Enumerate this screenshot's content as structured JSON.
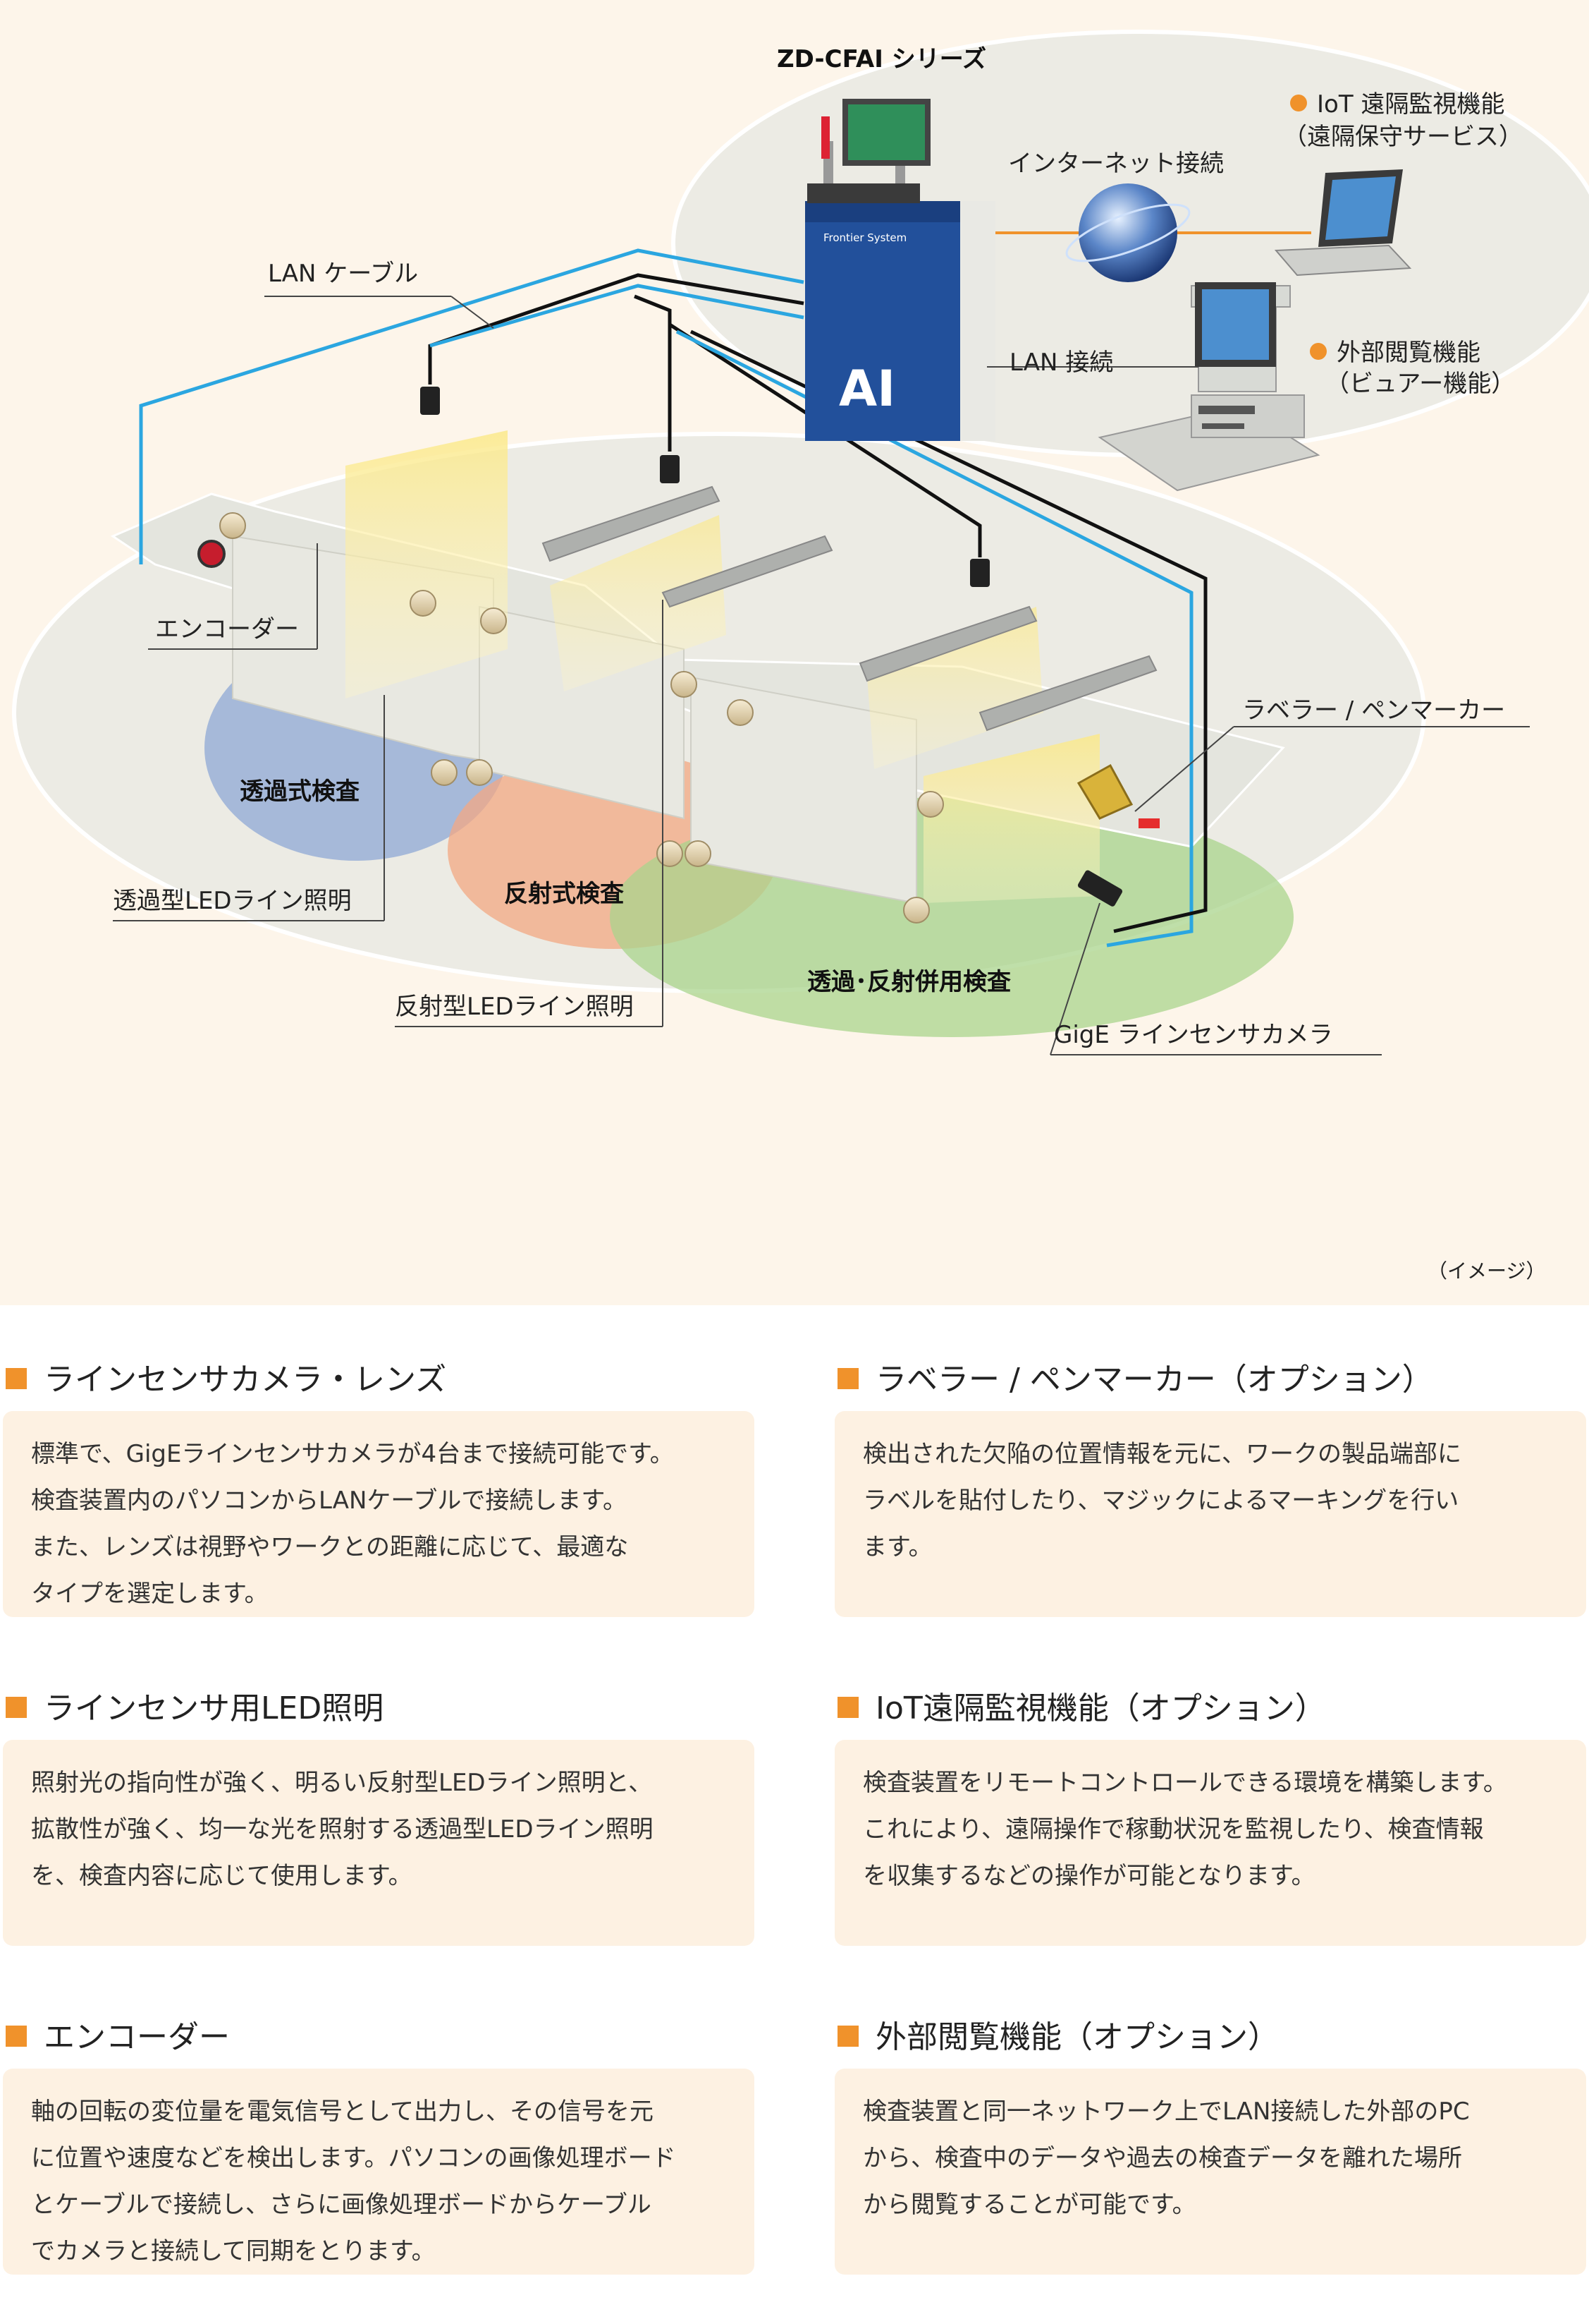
{
  "diagram": {
    "series_title": "ZD-CFAI シリーズ",
    "cabinet_ai_text": "AI",
    "cabinet_brand_text": "Frontier System",
    "internet_label": "インターネット接続",
    "iot_label_1": "IoT 遠隔監視機能",
    "iot_label_2": "（遠隔保守サービス）",
    "lan_cable_label": "LAN ケーブル",
    "lan_connection_label": "LAN 接続",
    "viewer_label_1": "外部閲覧機能",
    "viewer_label_2": "（ビュアー機能）",
    "encoder_label": "エンコーダー",
    "labeler_label": "ラベラー / ペンマーカー",
    "transmission_inspection": "透過式検査",
    "reflection_inspection": "反射式検査",
    "combined_inspection": "透過･反射併用検査",
    "transmission_led_label": "透過型LEDライン照明",
    "reflection_led_label": "反射型LEDライン照明",
    "camera_label": "GigE ラインセンサカメラ",
    "image_note": "（イメージ）",
    "colors": {
      "accent_orange": "#f0922b",
      "lan_blue": "#2ba6e0",
      "transmission_zone": "#8fa8d6",
      "reflection_zone": "#f3a883",
      "combined_zone": "#a9d48c",
      "cabinet_blue": "#22509b"
    }
  },
  "sections": [
    {
      "title": "ラインセンサカメラ・レンズ",
      "lines": [
        "標準で、GigEラインセンサカメラが4台まで接続可能です。",
        "検査装置内のパソコンからLANケーブルで接続します。",
        "また、レンズは視野やワークとの距離に応じて、最適な",
        "タイプを選定します。"
      ]
    },
    {
      "title": "ラベラー / ペンマーカー（オプション）",
      "lines": [
        "検出された欠陥の位置情報を元に、ワークの製品端部に",
        "ラベルを貼付したり、マジックによるマーキングを行い",
        "ます。"
      ]
    },
    {
      "title": "ラインセンサ用LED照明",
      "lines": [
        "照射光の指向性が強く、明るい反射型LEDライン照明と、",
        "拡散性が強く、均一な光を照射する透過型LEDライン照明",
        "を、検査内容に応じて使用します。"
      ]
    },
    {
      "title": "IoT遠隔監視機能（オプション）",
      "lines": [
        "検査装置をリモートコントロールできる環境を構築します。",
        "これにより、遠隔操作で稼動状況を監視したり、検査情報",
        "を収集するなどの操作が可能となります。"
      ]
    },
    {
      "title": "エンコーダー",
      "lines": [
        "軸の回転の変位量を電気信号として出力し、その信号を元",
        "に位置や速度などを検出します。パソコンの画像処理ボード",
        "とケーブルで接続し、さらに画像処理ボードからケーブル",
        "でカメラと接続して同期をとります。"
      ]
    },
    {
      "title": "外部閲覧機能（オプション）",
      "lines": [
        "検査装置と同一ネットワーク上でLAN接続した外部のPC",
        "から、検査中のデータや過去の検査データを離れた場所",
        "から閲覧することが可能です。"
      ]
    }
  ]
}
